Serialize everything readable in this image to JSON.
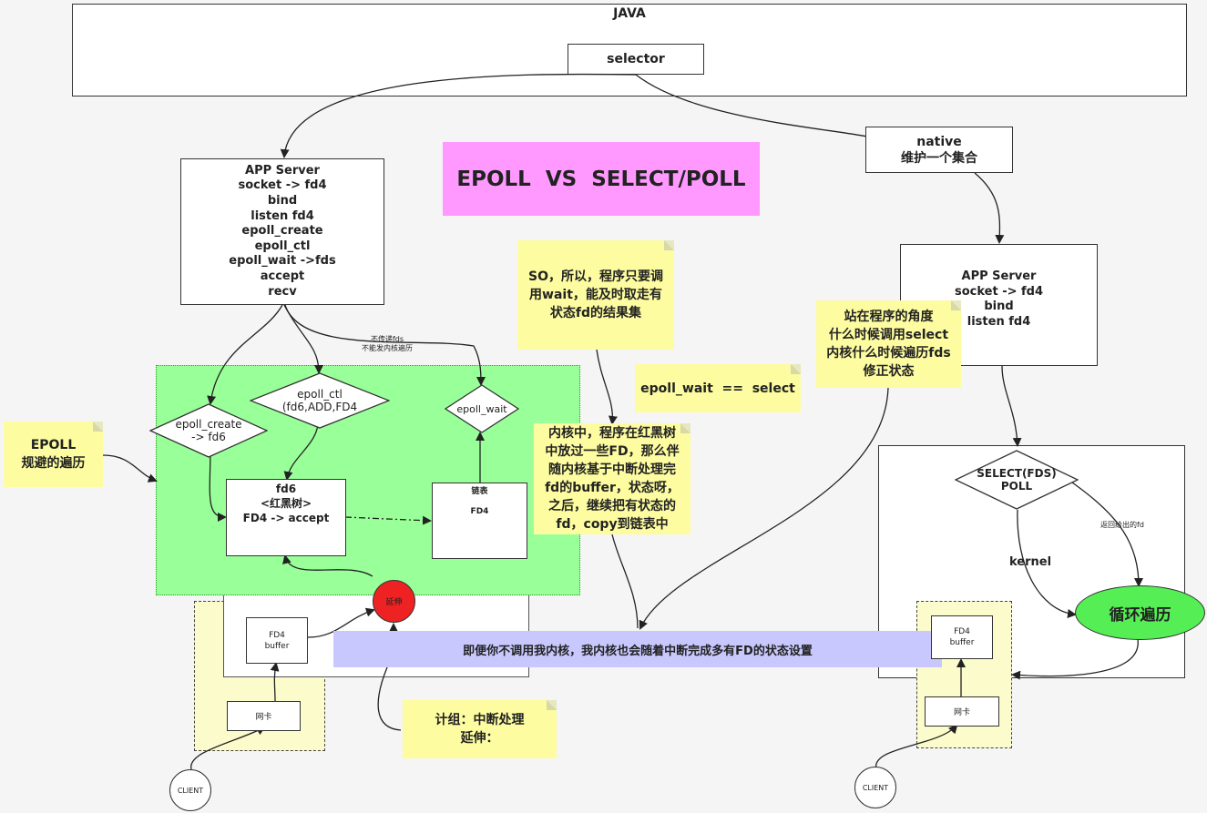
{
  "java": {
    "title": "JAVA",
    "selector": "selector"
  },
  "native": {
    "line1": "native",
    "line2": "维护一个集合"
  },
  "title": "EPOLL  VS  SELECT/POLL",
  "app_left": [
    "APP  Server",
    "socket -> fd4",
    "bind",
    "listen fd4",
    "epoll_create",
    "epoll_ctl",
    "epoll_wait  ->fds",
    "accept",
    "recv"
  ],
  "app_right": [
    "APP  Server",
    "socket -> fd4",
    "bind",
    "listen fd4"
  ],
  "epoll_create": [
    "epoll_create",
    "-> fd6"
  ],
  "epoll_ctl": [
    "epoll_ctl",
    "(fd6,ADD,FD4"
  ],
  "epoll_wait": "epoll_wait",
  "fd6_box": [
    "fd6",
    "<红黑树>",
    "FD4 -> accept"
  ],
  "list_box": {
    "title": "链表",
    "item": "FD4"
  },
  "no_pass_note": [
    "不传递fds",
    "不能发内核遍历"
  ],
  "notes": {
    "so": [
      "SO，所以，程序只要调",
      "用wait，能及时取走有",
      "状态fd的结果集"
    ],
    "epoll_wait_eq": "epoll_wait  ==  select",
    "kernel": [
      "内核中，程序在红黑树",
      "中放过一些FD，那么伴",
      "随内核基于中断处理完",
      "fd的buffer，状态呀，",
      "之后，继续把有状态的",
      "fd，copy到链表中"
    ],
    "epoll_avoid": [
      "EPOLL",
      "规避的遍历"
    ],
    "program_view": [
      "站在程序的角度",
      "什么时候调用select",
      "内核什么时候遍历fds",
      "修正状态"
    ],
    "interrupt": [
      "计组：中断处理",
      "延伸："
    ]
  },
  "banner": "即便你不调用我内核，我内核也会随着中断完成多有FD的状态设置",
  "delay": "延伸",
  "left_buffer": [
    "FD4",
    "buffer"
  ],
  "left_nic": "网卡",
  "client": "CLIENT",
  "select_poll": [
    "SELECT(FDS)",
    "POLL"
  ],
  "kernel_label": "kernel",
  "return_fd_label": "返回给出的fd",
  "loop_label": "循环遍历",
  "right_buffer": [
    "FD4",
    "buffer"
  ],
  "right_nic": "网卡",
  "colors": {
    "green": "#99ff99",
    "pink": "#ff99ff",
    "yellow_note": "#fdfca0",
    "lavender": "#c8c8ff",
    "red": "#ee2222",
    "loop_green": "#55ee55",
    "dashed_yellow": "#fbfbcc"
  }
}
